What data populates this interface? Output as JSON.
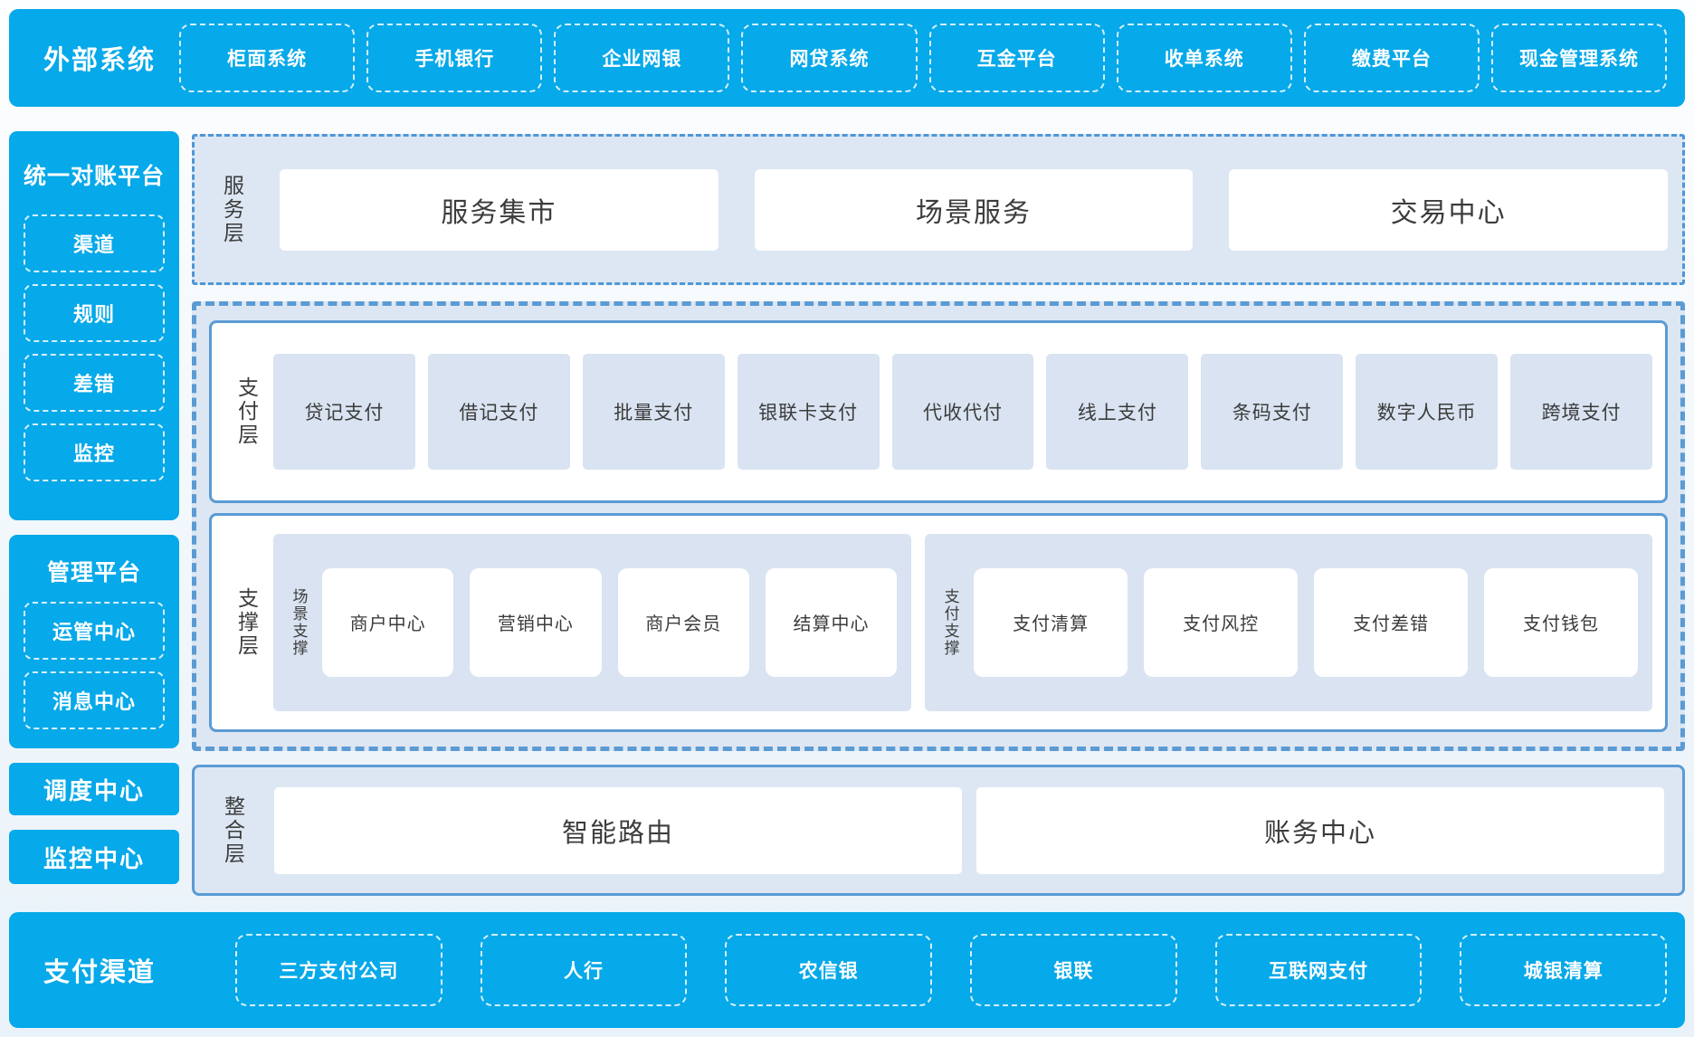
{
  "colors": {
    "primary_blue": "#06a9e9",
    "panel_blue": "#dde7f3",
    "item_blue": "#d9e3f1",
    "border_blue": "#5b9bd5",
    "text_dark": "#3c3c3c",
    "text_white": "#ffffff"
  },
  "top_bar": {
    "title": "外部系统",
    "items": [
      "柜面系统",
      "手机银行",
      "企业网银",
      "网贷系统",
      "互金平台",
      "收单系统",
      "缴费平台",
      "现金管理系统"
    ]
  },
  "sidebar": {
    "recon_platform": {
      "title": "统一对账平台",
      "items": [
        "渠道",
        "规则",
        "差错",
        "监控"
      ]
    },
    "mgmt_platform": {
      "title": "管理平台",
      "items": [
        "运管中心",
        "消息中心"
      ]
    },
    "scheduling_center": "调度中心",
    "monitoring_center": "监控中心"
  },
  "service_layer": {
    "label": "服务层",
    "items": [
      "服务集市",
      "场景服务",
      "交易中心"
    ]
  },
  "payment_layer": {
    "label": "支付层",
    "items": [
      "贷记支付",
      "借记支付",
      "批量支付",
      "银联卡支付",
      "代收代付",
      "线上支付",
      "条码支付",
      "数字人民币",
      "跨境支付"
    ]
  },
  "support_layer": {
    "label": "支撑层",
    "groups": [
      {
        "label": "场景支撑",
        "items": [
          "商户中心",
          "营销中心",
          "商户会员",
          "结算中心"
        ]
      },
      {
        "label": "支付支撑",
        "items": [
          "支付清算",
          "支付风控",
          "支付差错",
          "支付钱包"
        ]
      }
    ]
  },
  "integration_layer": {
    "label": "整合层",
    "items": [
      "智能路由",
      "账务中心"
    ]
  },
  "bottom_bar": {
    "title": "支付渠道",
    "items": [
      "三方支付公司",
      "人行",
      "农信银",
      "银联",
      "互联网支付",
      "城银清算"
    ]
  }
}
